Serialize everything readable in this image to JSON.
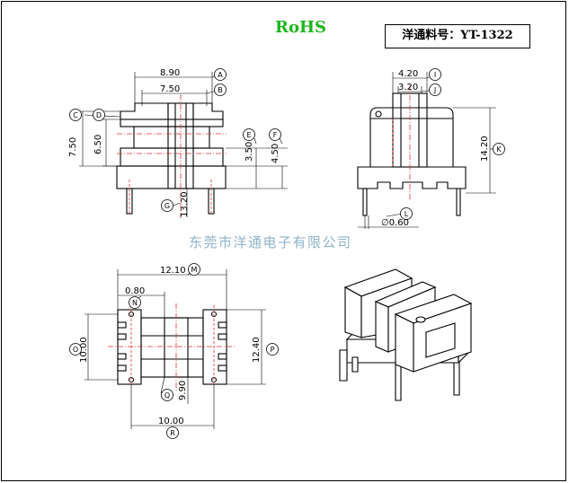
{
  "header": {
    "rohs_label": "RoHS",
    "part_number_label": "洋通料号：YT-1322"
  },
  "watermark": "东莞市洋通电子有限公司",
  "front_view": {
    "dim_width_outer": "8.90",
    "dim_width_inner": "7.50",
    "dim_height_left": "7.50",
    "dim_height_inner": "6.50",
    "dim_flange_e": "3.50",
    "dim_flange_f": "4.50",
    "dim_pin_g": "13.20",
    "labels": {
      "a": "A",
      "b": "B",
      "c": "C",
      "d": "D",
      "e": "E",
      "f": "F",
      "g": "G"
    }
  },
  "side_view": {
    "dim_width_i": "4.20",
    "dim_width_j": "3.20",
    "dim_height_k": "14.20",
    "dim_pin_l": "∅0.60",
    "labels": {
      "i": "I",
      "j": "J",
      "k": "K",
      "l": "L"
    }
  },
  "bottom_view": {
    "dim_width_m": "12.10",
    "dim_n": "0.80",
    "dim_height_o": "10.00",
    "dim_height_p": "12.40",
    "dim_q": "9.90",
    "dim_width_r": "10.00",
    "labels": {
      "m": "M",
      "n": "N",
      "o": "O",
      "p": "P",
      "q": "Q",
      "r": "R"
    }
  },
  "colors": {
    "rohs": "#1cb51c",
    "centerline": "#e0302e",
    "watermark": "#8fb3c9"
  }
}
